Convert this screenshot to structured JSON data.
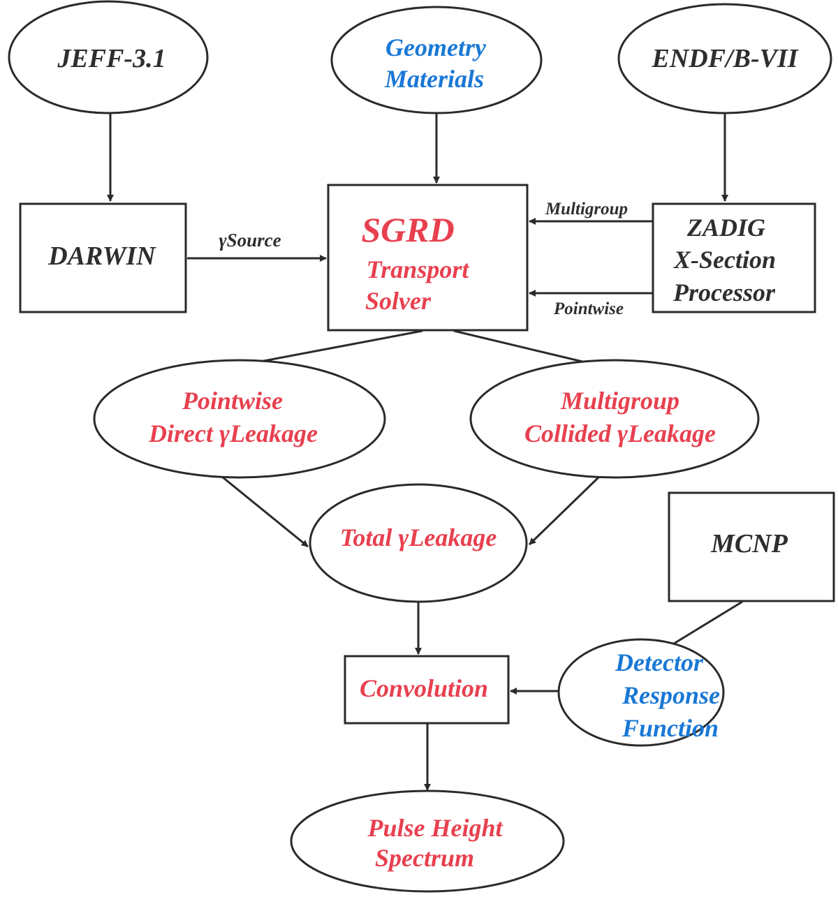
{
  "colors": {
    "dark": "#2e2e2e",
    "red": "#e8404f",
    "blue": "#1a78d6",
    "stroke": "#2a2a2a"
  },
  "nodes": {
    "jeff": {
      "lines": [
        "JEFF-3.1"
      ]
    },
    "geometry": {
      "lines": [
        "Geometry",
        "Materials"
      ]
    },
    "endf": {
      "lines": [
        "ENDF/B-VII"
      ]
    },
    "darwin": {
      "lines": [
        "DARWIN"
      ]
    },
    "sgrd": {
      "title": "SGRD",
      "lines": [
        "Transport",
        "Solver"
      ]
    },
    "zadig": {
      "lines": [
        "ZADIG",
        "X-Section",
        "Processor"
      ]
    },
    "pointwise_direct": {
      "lines": [
        "Pointwise",
        "Direct γLeakage"
      ]
    },
    "multigroup_collided": {
      "lines": [
        "Multigroup",
        "Collided γLeakage"
      ]
    },
    "total": {
      "lines": [
        "Total γLeakage"
      ]
    },
    "mcnp": {
      "lines": [
        "MCNP"
      ]
    },
    "convolution": {
      "lines": [
        "Convolution"
      ]
    },
    "detector": {
      "lines": [
        "Detector",
        "Response",
        "Function"
      ]
    },
    "pulse": {
      "lines": [
        "Pulse Height",
        "Spectrum"
      ]
    }
  },
  "edge_labels": {
    "gamma_source": "γSource",
    "multigroup": "Multigroup",
    "pointwise": "Pointwise"
  }
}
